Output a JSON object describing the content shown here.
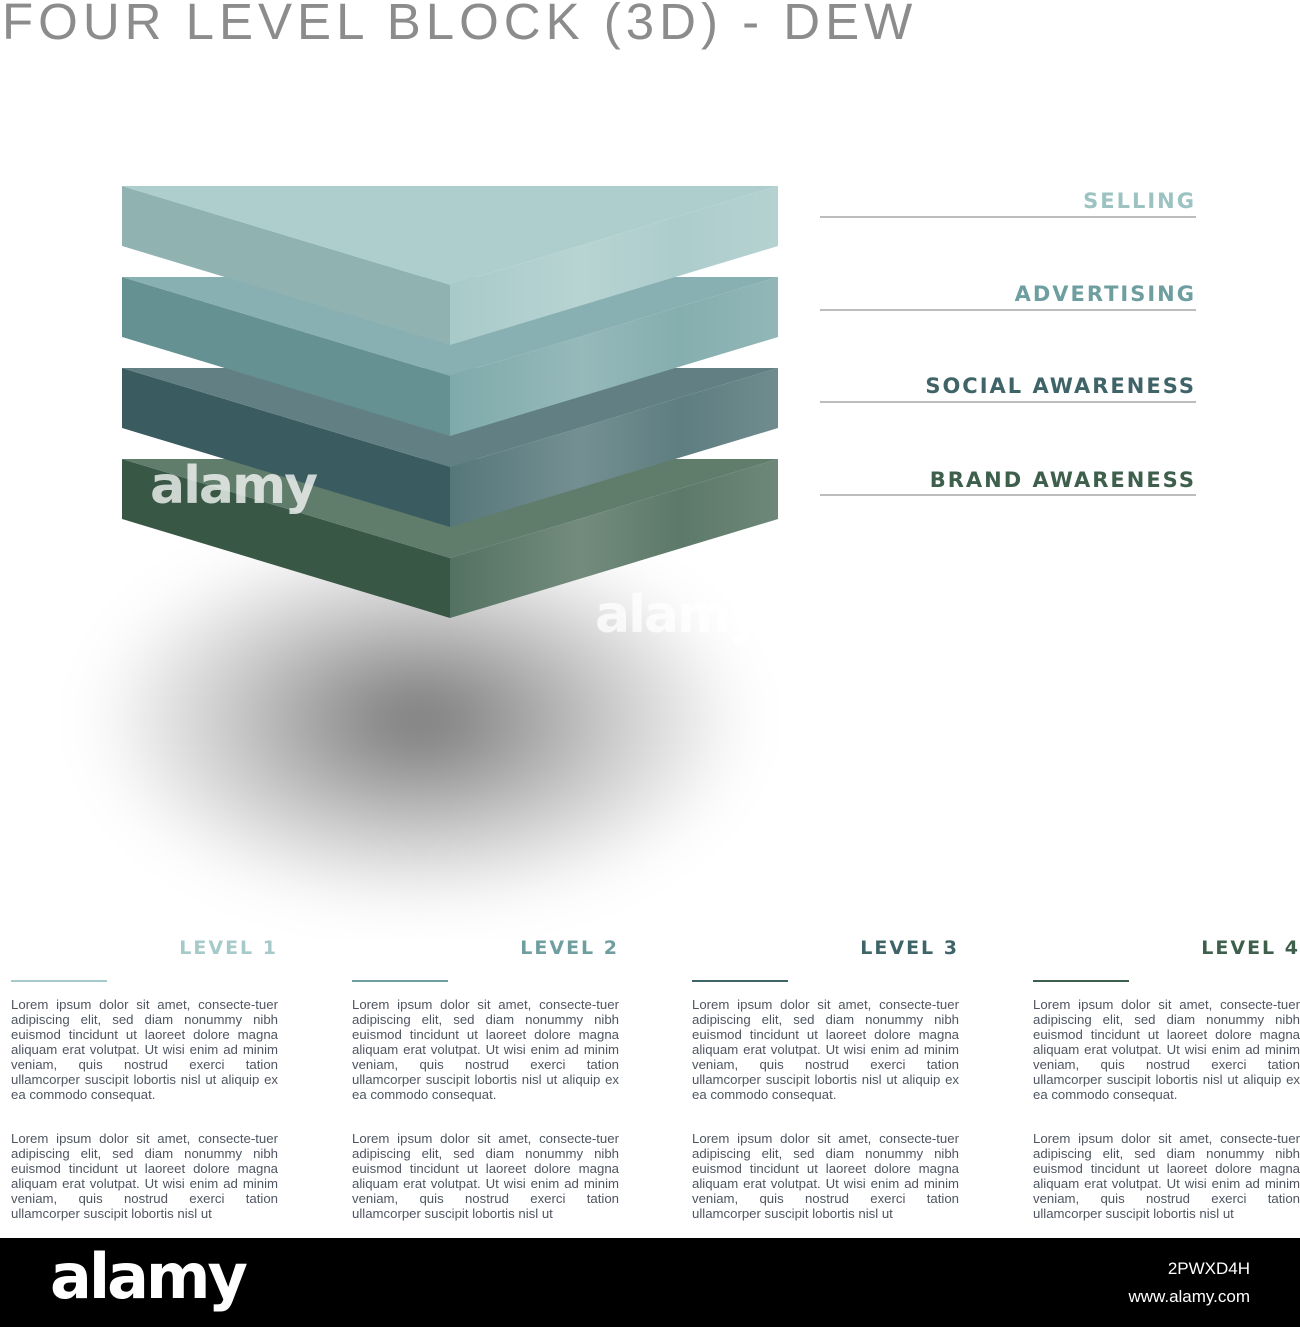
{
  "title": "FOUR LEVEL BLOCK (3D) - DEW",
  "colors": {
    "level1": "#9cc3c2",
    "level2": "#6e9ea0",
    "level3": "#3f6468",
    "level4": "#3d5f4b",
    "text": "#4f5560"
  },
  "layers": [
    {
      "label": "SELLING",
      "color": "#9cc3c2"
    },
    {
      "label": "ADVERTISING",
      "color": "#6e9ea0"
    },
    {
      "label": "SOCIAL AWARENESS",
      "color": "#3f6468"
    },
    {
      "label": "BRAND AWARENESS",
      "color": "#3d5f4b"
    }
  ],
  "columns": [
    {
      "title": "LEVEL 1",
      "color": "#a6c9c9",
      "para1": "Lorem ipsum dolor sit amet, consecte-tuer adipiscing elit, sed diam nonummy nibh euismod tincidunt ut laoreet dolore magna aliquam erat volutpat. Ut wisi enim ad minim veniam, quis nostrud exerci tation ullamcorper suscipit lobortis nisl ut aliquip ex ea commodo consequat.",
      "para2": "Lorem ipsum dolor sit amet, consecte-tuer adipiscing elit, sed diam nonummy nibh euismod tincidunt ut laoreet dolore magna aliquam erat volutpat. Ut wisi enim ad minim veniam, quis nostrud exerci tation ullamcorper suscipit lobortis nisl ut"
    },
    {
      "title": "LEVEL 2",
      "color": "#6e9ea0",
      "para1": "Lorem ipsum dolor sit amet, consecte-tuer adipiscing elit, sed diam nonummy nibh euismod tincidunt ut laoreet dolore magna aliquam erat volutpat. Ut wisi enim ad minim veniam, quis nostrud exerci tation ullamcorper suscipit lobortis nisl ut aliquip ex ea commodo consequat.",
      "para2": "Lorem ipsum dolor sit amet, consecte-tuer adipiscing elit, sed diam nonummy nibh euismod tincidunt ut laoreet dolore magna aliquam erat volutpat. Ut wisi enim ad minim veniam, quis nostrud exerci tation ullamcorper suscipit lobortis nisl ut"
    },
    {
      "title": "LEVEL 3",
      "color": "#3f6468",
      "para1": "Lorem ipsum dolor sit amet, consecte-tuer adipiscing elit, sed diam nonummy nibh euismod tincidunt ut laoreet dolore magna aliquam erat volutpat. Ut wisi enim ad minim veniam, quis nostrud exerci tation ullamcorper suscipit lobortis nisl ut aliquip ex ea commodo consequat.",
      "para2": "Lorem ipsum dolor sit amet, consecte-tuer adipiscing elit, sed diam nonummy nibh euismod tincidunt ut laoreet dolore magna aliquam erat volutpat. Ut wisi enim ad minim veniam, quis nostrud exerci tation ullamcorper suscipit lobortis nisl ut"
    },
    {
      "title": "LEVEL 4",
      "color": "#3d5f4b",
      "para1": "Lorem ipsum dolor sit amet, consecte-tuer adipiscing elit, sed diam nonummy nibh euismod tincidunt ut laoreet dolore magna aliquam erat volutpat. Ut wisi enim ad minim veniam, quis nostrud exerci tation ullamcorper suscipit lobortis nisl ut aliquip ex ea commodo consequat.",
      "para2": "Lorem ipsum dolor sit amet, consecte-tuer adipiscing elit, sed diam nonummy nibh euismod tincidunt ut laoreet dolore magna aliquam erat volutpat. Ut wisi enim ad minim veniam, quis nostrud exerci tation ullamcorper suscipit lobortis nisl ut"
    }
  ],
  "watermark": {
    "logo": "alamy",
    "footer_logo": "alamy",
    "image_id": "2PWXD4H",
    "url": "www.alamy.com"
  }
}
